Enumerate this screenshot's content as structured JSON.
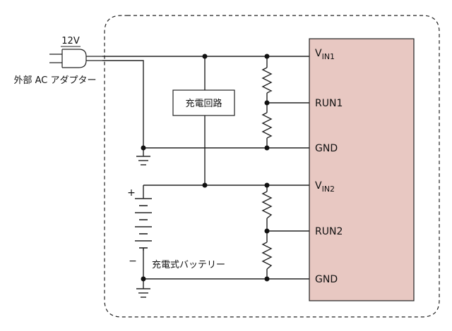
{
  "adapter": {
    "voltage": "12V",
    "label": "外部 AC アダプター"
  },
  "charging_circuit": {
    "label": "充電回路"
  },
  "battery": {
    "label": "充電式バッテリー",
    "plus": "+",
    "minus": "−"
  },
  "chip": {
    "color": "#e8c8c2",
    "pins": {
      "vin1_main": "V",
      "vin1_sub": "IN1",
      "run1": "RUN1",
      "gnd1": "GND",
      "vin2_main": "V",
      "vin2_sub": "IN2",
      "run2": "RUN2",
      "gnd2": "GND"
    }
  }
}
